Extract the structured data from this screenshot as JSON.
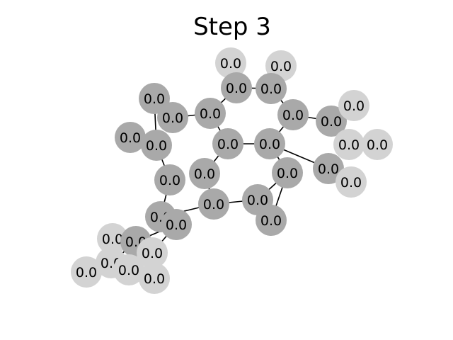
{
  "title": "Step 3",
  "colors": {
    "dark_node": "#a9a9a9",
    "light_node": "#d3d3d3",
    "edge": "#000000",
    "background": "#ffffff"
  },
  "nodes": [
    {
      "id": "n1",
      "label": "0.0",
      "shade": "light"
    },
    {
      "id": "n2",
      "label": "0.0",
      "shade": "light"
    },
    {
      "id": "n3",
      "label": "0.0",
      "shade": "dark"
    },
    {
      "id": "n4",
      "label": "0.0",
      "shade": "dark"
    },
    {
      "id": "n5",
      "label": "0.0",
      "shade": "dark"
    },
    {
      "id": "n6",
      "label": "0.0",
      "shade": "dark"
    },
    {
      "id": "n7",
      "label": "0.0",
      "shade": "dark"
    },
    {
      "id": "n8",
      "label": "0.0",
      "shade": "dark"
    },
    {
      "id": "n9",
      "label": "0.0",
      "shade": "light"
    },
    {
      "id": "n10",
      "label": "0.0",
      "shade": "dark"
    },
    {
      "id": "n11",
      "label": "0.0",
      "shade": "dark"
    },
    {
      "id": "n12",
      "label": "0.0",
      "shade": "dark"
    },
    {
      "id": "n13",
      "label": "0.0",
      "shade": "dark"
    },
    {
      "id": "n14",
      "label": "0.0",
      "shade": "dark"
    },
    {
      "id": "n15",
      "label": "0.0",
      "shade": "light"
    },
    {
      "id": "n16",
      "label": "0.0",
      "shade": "light"
    },
    {
      "id": "n17",
      "label": "0.0",
      "shade": "dark"
    },
    {
      "id": "n18",
      "label": "0.0",
      "shade": "dark"
    },
    {
      "id": "n19",
      "label": "0.0",
      "shade": "dark"
    },
    {
      "id": "n20",
      "label": "0.0",
      "shade": "light"
    },
    {
      "id": "n21",
      "label": "0.0",
      "shade": "dark"
    },
    {
      "id": "n22",
      "label": "0.0",
      "shade": "dark"
    },
    {
      "id": "n23",
      "label": "0.0",
      "shade": "dark"
    },
    {
      "id": "n24",
      "label": "0.0",
      "shade": "dark"
    },
    {
      "id": "n25",
      "label": "0.0",
      "shade": "dark"
    },
    {
      "id": "n26",
      "label": "0.0",
      "shade": "dark"
    },
    {
      "id": "n27",
      "label": "0.0",
      "shade": "light"
    },
    {
      "id": "n28",
      "label": "0.0",
      "shade": "dark"
    },
    {
      "id": "n29",
      "label": "0.0",
      "shade": "light"
    },
    {
      "id": "n30",
      "label": "0.0",
      "shade": "light"
    },
    {
      "id": "n31",
      "label": "0.0",
      "shade": "light"
    },
    {
      "id": "n32",
      "label": "0.0",
      "shade": "light"
    }
  ],
  "edges": [
    [
      "n1",
      "n3"
    ],
    [
      "n3",
      "n4"
    ],
    [
      "n4",
      "n2"
    ],
    [
      "n4",
      "n10"
    ],
    [
      "n10",
      "n12"
    ],
    [
      "n3",
      "n6"
    ],
    [
      "n6",
      "n11"
    ],
    [
      "n11",
      "n12"
    ],
    [
      "n10",
      "n8"
    ],
    [
      "n8",
      "n9"
    ],
    [
      "n8",
      "n15"
    ],
    [
      "n15",
      "n16"
    ],
    [
      "n5",
      "n7"
    ],
    [
      "n7",
      "n6"
    ],
    [
      "n5",
      "n14"
    ],
    [
      "n13",
      "n14"
    ],
    [
      "n14",
      "n18"
    ],
    [
      "n18",
      "n22"
    ],
    [
      "n22",
      "n23"
    ],
    [
      "n23",
      "n19"
    ],
    [
      "n19",
      "n11"
    ],
    [
      "n23",
      "n24"
    ],
    [
      "n24",
      "n21"
    ],
    [
      "n21",
      "n12"
    ],
    [
      "n21",
      "n25"
    ],
    [
      "n12",
      "n17"
    ],
    [
      "n17",
      "n20"
    ],
    [
      "n17",
      "n20b"
    ],
    [
      "n22",
      "n26"
    ],
    [
      "n26",
      "n28"
    ],
    [
      "n28",
      "n27"
    ],
    [
      "n28",
      "n29"
    ],
    [
      "n28",
      "n31"
    ],
    [
      "n28",
      "n32"
    ],
    [
      "n26",
      "n30"
    ]
  ]
}
